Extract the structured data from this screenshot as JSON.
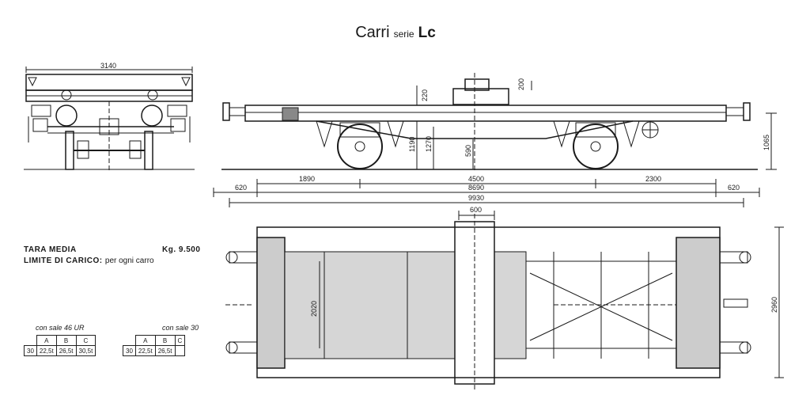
{
  "title": {
    "main": "Carri",
    "series_word": "serie",
    "code": "Lc"
  },
  "dimensions": {
    "end_width": "3140",
    "side_220": "220",
    "side_200": "200",
    "side_1190": "1190",
    "side_1270": "1270",
    "side_590": "590",
    "side_1065": "1065",
    "side_1890": "1890",
    "side_4500": "4500",
    "side_2300": "2300",
    "side_620_left": "620",
    "side_8690": "8690",
    "side_620_right": "620",
    "side_9930": "9930",
    "plan_600": "600",
    "plan_2020": "2020",
    "plan_2960": "2960"
  },
  "specs": {
    "tara_label": "TARA MEDIA",
    "tara_value": "Kg. 9.500",
    "limit_label": "LIMITE DI CARICO:",
    "limit_note": "per ogni carro"
  },
  "tables": [
    {
      "caption": "con sale 46 UR",
      "headers": [
        "A",
        "B",
        "C"
      ],
      "row_label": "30",
      "values": [
        "22,5t",
        "26,5t",
        "30,5t"
      ]
    },
    {
      "caption": "con sale 30",
      "headers": [
        "A",
        "B",
        "C"
      ],
      "row_label": "30",
      "values": [
        "22,5t",
        "26,5t"
      ]
    }
  ]
}
